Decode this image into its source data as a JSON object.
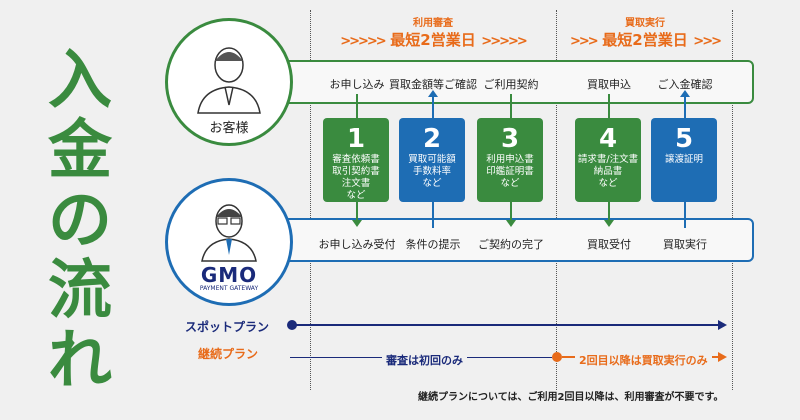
{
  "title_chars": [
    "入",
    "金",
    "の",
    "流",
    "れ"
  ],
  "phases": {
    "review": {
      "small": "利用審査",
      "big": "最短2営業日"
    },
    "purchase": {
      "small": "買取実行",
      "big": "最短2営業日"
    }
  },
  "customer": {
    "label": "お客様"
  },
  "gmo": {
    "logo": "GMO",
    "sub": "PAYMENT GATEWAY"
  },
  "top_labels": [
    "お申し込み",
    "買取金額等ご確認",
    "ご利用契約",
    "買取申込",
    "ご入金確認"
  ],
  "bottom_labels": [
    "お申し込み受付",
    "条件の提示",
    "ご契約の完了",
    "買取受付",
    "買取実行"
  ],
  "steps": [
    {
      "num": "1",
      "text": "審査依頼書\n取引契約書\n注文書\nなど",
      "color": "green"
    },
    {
      "num": "2",
      "text": "買取可能額\n手数料率\nなど",
      "color": "blue"
    },
    {
      "num": "3",
      "text": "利用申込書\n印鑑証明書\nなど",
      "color": "green"
    },
    {
      "num": "4",
      "text": "請求書/注文書\n納品書\nなど",
      "color": "green"
    },
    {
      "num": "5",
      "text": "譲渡証明",
      "color": "blue"
    }
  ],
  "plans": {
    "spot": "スポットプラン",
    "continuous": "継続プラン",
    "review_once": "審査は初回のみ",
    "second_onwards": "2回目以降は買取実行のみ"
  },
  "footnote": "継続プランについては、ご利用2回目以降は、利用審査が不要です。",
  "colors": {
    "green": "#3a8b3f",
    "blue": "#1e6db4",
    "orange": "#e86b1a",
    "navy": "#1a2a7a"
  }
}
